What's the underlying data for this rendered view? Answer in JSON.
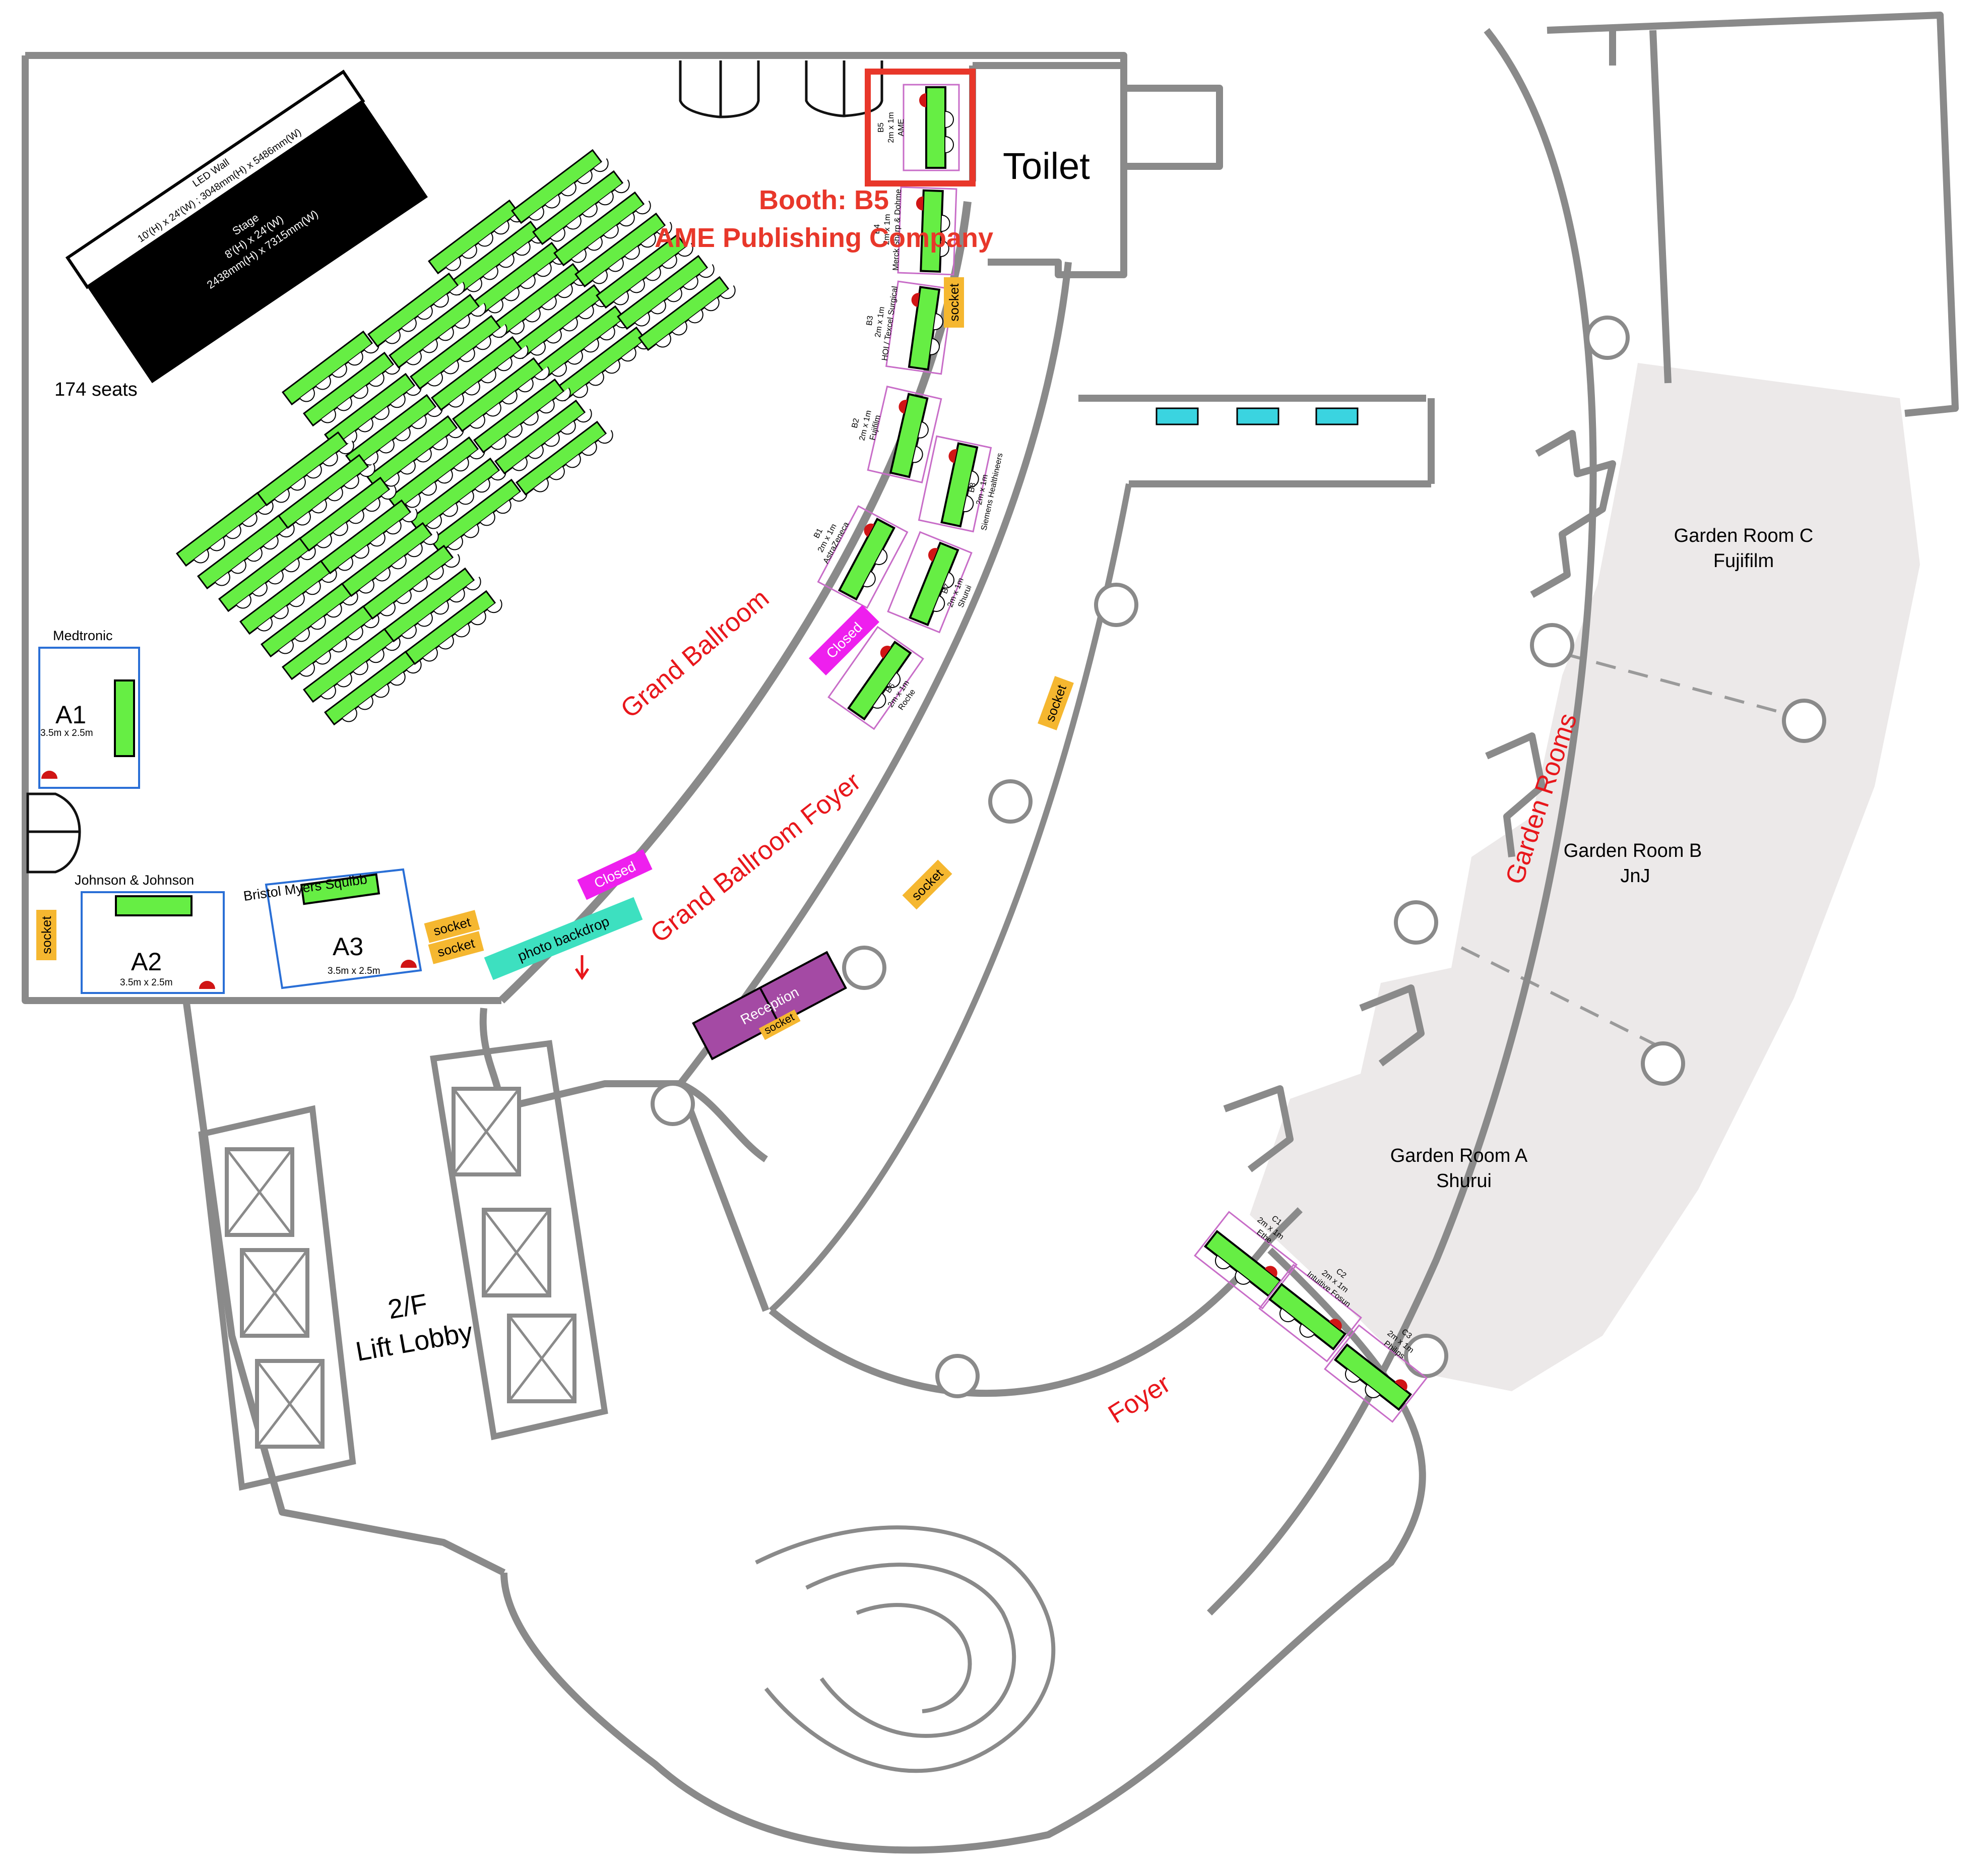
{
  "labels": {
    "seats": "174 seats",
    "toilet": "Toilet",
    "grand_ballroom": "Grand Ballroom",
    "grand_ballroom_foyer": "Grand Ballroom Foyer",
    "garden_rooms": "Garden Rooms",
    "foyer": "Foyer",
    "lift_lobby_1": "2/F",
    "lift_lobby_2": "Lift Lobby",
    "highlight_1": "Booth: B5",
    "highlight_2": "AME Publishing Company",
    "led_1": "LED Wall",
    "led_2": "10'(H) x 24'(W) ; 3048mm(H) x 5486mm(W)",
    "stage_1": "Stage",
    "stage_2": "8'(H) x 24'(W)",
    "stage_3": "2438mm(H) x 7315mm(W)",
    "reception": "Reception",
    "reception_socket": "socket",
    "photo_backdrop": "photo backdrop",
    "closed": "Closed"
  },
  "garden_rooms": [
    {
      "name": "Garden Room C",
      "sponsor": "Fujifilm"
    },
    {
      "name": "Garden Room B",
      "sponsor": "JnJ"
    },
    {
      "name": "Garden Room A",
      "sponsor": "Shurui"
    }
  ],
  "big_booths": [
    {
      "id": "A1",
      "company": "Medtronic",
      "size": "3.5m x 2.5m"
    },
    {
      "id": "A2",
      "company": "Johnson & Johnson",
      "size": "3.5m x 2.5m"
    },
    {
      "id": "A3",
      "company": "Bristol Myers Squibb",
      "size": "3.5m x 2.5m"
    }
  ],
  "booths": [
    {
      "id": "B5",
      "size": "2m x 1m",
      "company": "AME"
    },
    {
      "id": "B4",
      "size": "2m x 1m",
      "company": "Merck Sharp & Dohme"
    },
    {
      "id": "B3",
      "size": "2m x 1m",
      "company": "HOI / Texcel Surgical"
    },
    {
      "id": "B2",
      "size": "2m x 1m",
      "company": "Fujifilm"
    },
    {
      "id": "B1",
      "size": "2m x 1m",
      "company": "AstraZeneca"
    },
    {
      "id": "B8",
      "size": "2m x 1m",
      "company": "Siemens Healthineers"
    },
    {
      "id": "B7",
      "size": "2m x 1m",
      "company": "Shurui"
    },
    {
      "id": "B6",
      "size": "2m x 1m",
      "company": "Roche"
    },
    {
      "id": "C1",
      "size": "2m x 1m",
      "company": "Ethe"
    },
    {
      "id": "C2",
      "size": "2m x 1m",
      "company": "Intuitive Fosun"
    },
    {
      "id": "C3",
      "size": "2m x 1m",
      "company": "Philips"
    }
  ],
  "sockets": [
    "socket",
    "socket",
    "socket",
    "socket",
    "socket",
    "socket",
    "socket"
  ],
  "colors": {
    "wall": "#8a8a8a",
    "table": "#66ee44",
    "highlight": "#e8372a",
    "room_label": "#e8161b",
    "socket": "#f5b730",
    "closed": "#ee1fee",
    "backdrop": "#3de0c0",
    "reception": "#a44aa4",
    "garden": "#ece9e9",
    "booth_border": "#c86dc8",
    "big_booth_border": "#2a6fd6"
  }
}
